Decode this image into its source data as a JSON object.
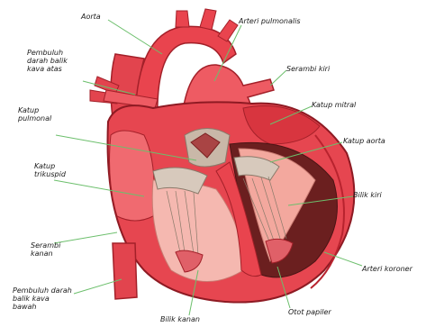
{
  "labels": {
    "aorta": "Aorta",
    "arteri_pulmonalis": "Arteri pulmonalis",
    "vena_kava_atas": [
      "Pembuluh",
      "darah balik",
      "kava atas"
    ],
    "serambi_kiri": "Serambi kiri",
    "katup_mitral": "Katup mitral",
    "katup_pulmonal": [
      "Katup",
      "pulmonal"
    ],
    "katup_aorta": "Katup aorta",
    "katup_trikuspid": [
      "Katup",
      "trikuspid"
    ],
    "bilik_kiri": "Bilik kiri",
    "serambi_kanan": [
      "Serambi",
      "kanan"
    ],
    "arteri_koroner": "Arteri koroner",
    "vena_kava_bawah": [
      "Pembuluh darah",
      "balik kava",
      "bawah"
    ],
    "bilik_kanan": "Bilik kanan",
    "otot_papiler": "Otot papiler"
  },
  "colors": {
    "muscle": "#e8434d",
    "muscle_dark": "#b8232e",
    "muscle_light": "#f27c80",
    "inner_wall": "#f5b8b0",
    "valve": "#c9b8a8",
    "cavity_dark": "#6b1f1f",
    "leader_line": "#6cbf6c",
    "label_text": "#1a1a1a"
  }
}
